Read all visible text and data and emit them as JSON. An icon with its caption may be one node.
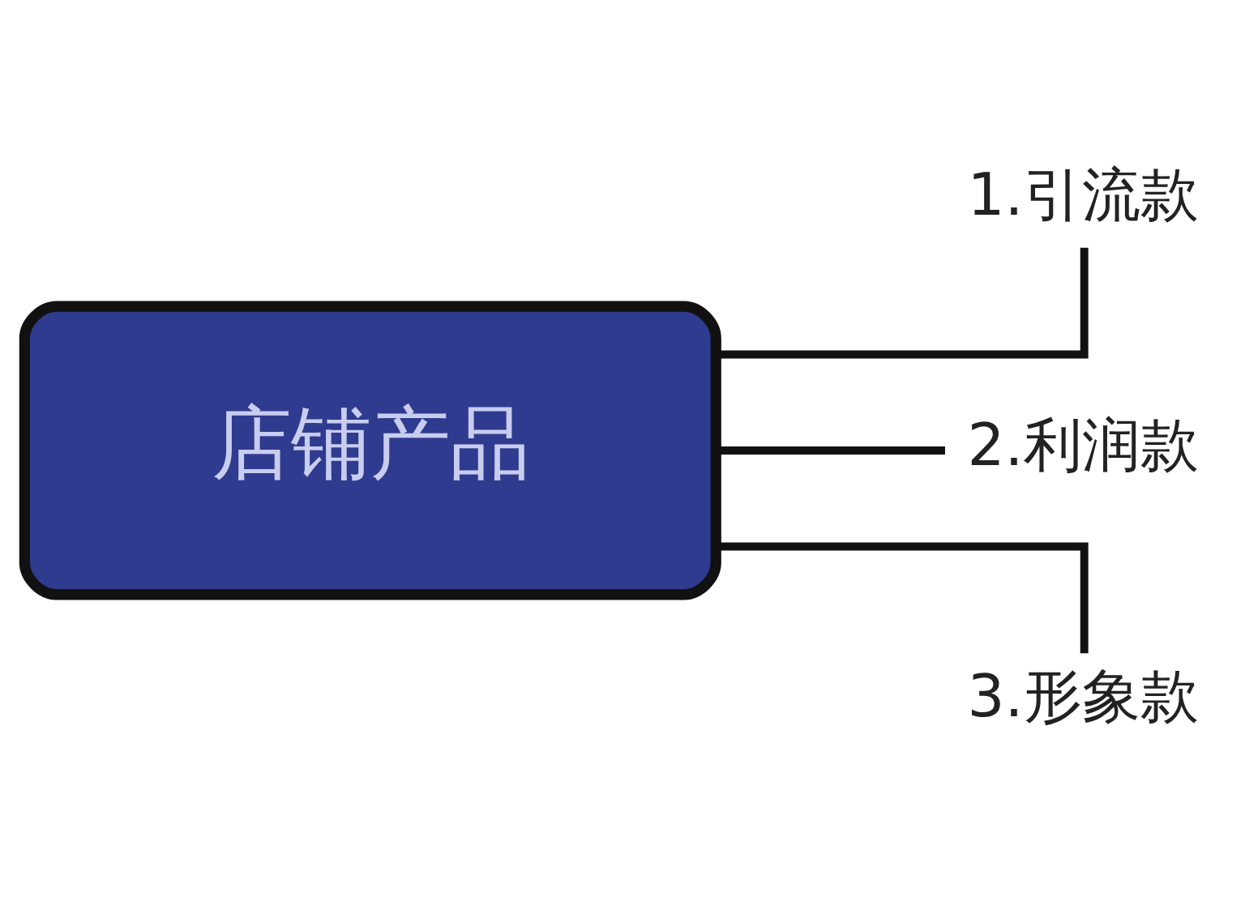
{
  "diagram": {
    "nodes": [
      {
        "text": [
          "店铺产品"
        ]
      },
      {
        "text": [
          "1.引流款"
        ]
      },
      {
        "text": [
          "2.利润款"
        ]
      },
      {
        "text": [
          "3.形象款"
        ]
      }
    ],
    "edges": [
      {
        "from": 0,
        "to": 1,
        "arrow": "none"
      },
      {
        "from": 0,
        "to": 2,
        "arrow": "none"
      },
      {
        "from": 0,
        "to": 3,
        "arrow": "none"
      }
    ]
  }
}
